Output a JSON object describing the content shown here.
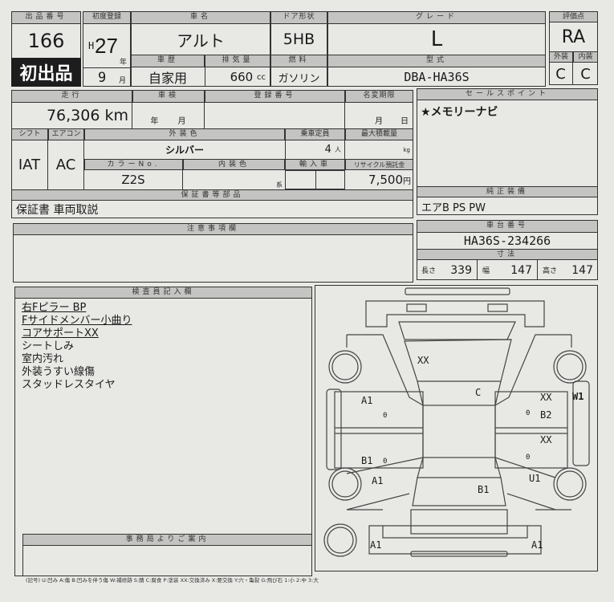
{
  "lot": {
    "label": "出品番号",
    "value": "166",
    "badge": "初出品"
  },
  "first_reg": {
    "label": "初度登録",
    "era": "H",
    "year": "27",
    "year_unit": "年",
    "month": "9",
    "month_unit": "月"
  },
  "car_name": {
    "label": "車名",
    "value": "アルト"
  },
  "door": {
    "label": "ドア形状",
    "value": "5HB"
  },
  "grade": {
    "label": "グレード",
    "value": "L"
  },
  "score": {
    "label": "評価点",
    "value": "RA",
    "exterior_label": "外装",
    "exterior": "C",
    "interior_label": "内装",
    "interior": "C"
  },
  "history": {
    "label": "車歴",
    "value": "自家用"
  },
  "displacement": {
    "label": "排気量",
    "value": "660",
    "unit": "cc"
  },
  "fuel": {
    "label": "燃料",
    "value": "ガソリン"
  },
  "model": {
    "label": "型式",
    "value": "DBA-HA36S"
  },
  "mileage": {
    "label": "走行",
    "value": "76,306",
    "unit": "km"
  },
  "inspection": {
    "label": "車検",
    "year_unit": "年",
    "month_unit": "月"
  },
  "reg_number": {
    "label": "登録番号"
  },
  "name_change": {
    "label": "名変期限",
    "month_unit": "月",
    "day_unit": "日"
  },
  "shift": {
    "label": "シフト",
    "value": "IAT"
  },
  "aircon": {
    "label": "エアコン",
    "value": "AC"
  },
  "ext_color": {
    "label": "外装色",
    "value": "シルバー"
  },
  "capacity": {
    "label": "乗車定員",
    "value": "4",
    "unit": "人"
  },
  "max_load": {
    "label": "最大積載量",
    "unit": "kg"
  },
  "color_no": {
    "label": "カラーNo.",
    "value": "Z2S"
  },
  "int_color": {
    "label": "内装色",
    "unit": "系"
  },
  "import": {
    "label": "輸入車"
  },
  "recycle": {
    "label": "リサイクル預託金",
    "value": "7,500",
    "unit": "円"
  },
  "warranty": {
    "label": "保証書等部品",
    "value": "保証書 車両取説"
  },
  "notes": {
    "label": "注意事項欄"
  },
  "inspector": {
    "label": "検査員記入欄",
    "items": [
      {
        "text": "右Fピラー BP",
        "underline": true
      },
      {
        "text": "Fサイドメンバー小曲り",
        "underline": true
      },
      {
        "text": "コアサポートXX",
        "underline": true
      },
      {
        "text": "シートしみ",
        "underline": false
      },
      {
        "text": "室内汚れ",
        "underline": false
      },
      {
        "text": "外装うすい線傷",
        "underline": false
      },
      {
        "text": "スタッドレスタイヤ",
        "underline": false
      }
    ]
  },
  "office": {
    "label": "事務局よりご案内"
  },
  "sales_point": {
    "label": "セールスポイント",
    "value": "★メモリーナビ"
  },
  "equipment": {
    "label": "純正装備",
    "value": "エアB PS PW"
  },
  "chassis": {
    "label": "車台番号",
    "value": "HA36S-234266"
  },
  "dims": {
    "label": "寸法",
    "length_label": "長さ",
    "length": "339",
    "width_label": "幅",
    "width": "147",
    "height_label": "高さ",
    "height": "147"
  },
  "diagram_marks": [
    "XX",
    "C",
    "A1",
    "0",
    "B1",
    "0",
    "A1",
    "B1",
    "XX",
    "0",
    "B2",
    "XX",
    "0",
    "W1",
    "U1",
    "A1",
    "A1"
  ],
  "footer": "(記号) U:凹み A:傷 B:凹みを伴う傷 W:補修跡 S:錆 C:腐食 P:塗装 XX:交換済み X:要交換 Y:穴・亀裂 G:飛び石 1:小 2:中 3:大"
}
